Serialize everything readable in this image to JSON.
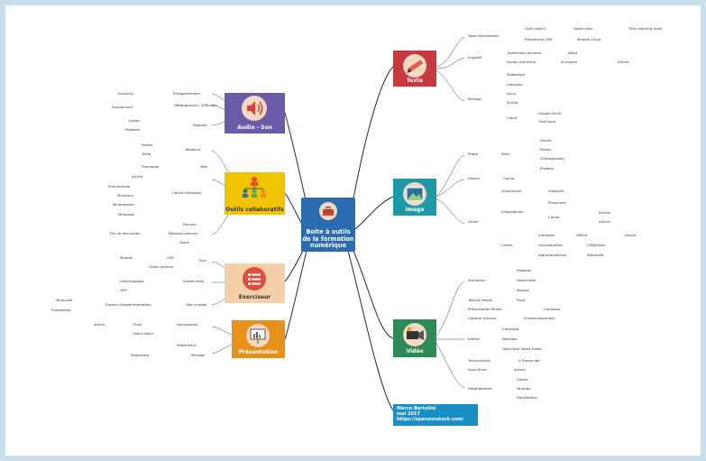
{
  "center": {
    "title_line1": "Boite à outils",
    "title_line2": "de la formation",
    "title_line3": "numérique"
  },
  "credit": {
    "line1": "Marco Bertolini",
    "line2": "mai 2017",
    "line3": "https://spaceonstock.com/"
  },
  "colors": {
    "texte": "#c9373f",
    "image": "#1d99a8",
    "video": "#2e8b57",
    "presentation": "#e8911a",
    "exerciseur": "#f4cfa8",
    "outils": "#f2c300",
    "audio": "#6b5aa6",
    "center": "#2b6cb0"
  },
  "branches": {
    "texte": {
      "label": "Texte",
      "items": [
        "Tapé directement",
        "Outil auteur",
        "OpenCross",
        "Tree Learning Suite",
        "Plateforme LMS",
        "Moodle Cloud",
        "Importé",
        "Traitement de texte",
        "Word",
        "Studio d'écriture",
        "Scrivener",
        "Article",
        "Partage",
        "Slideshare",
        "Calaméo",
        "Issuu",
        "Scribd",
        "Cloud",
        "Google Drive",
        "OneCloud"
      ]
    },
    "image": {
      "label": "Image",
      "items": [
        "Photo",
        "Sites",
        "Article",
        "Pexels",
        "Gratisography",
        "Pixabay",
        "Dessin",
        "Canva",
        "Visuel",
        "Graphiques",
        "Infogram",
        "Infographies",
        "Piktochart",
        "Canva",
        "Article",
        "Article",
        "Cartes",
        "mentales",
        "XMind",
        "Article",
        "conceptuelles",
        "CMapTools",
        "argumentatives",
        "Rationale"
      ]
    },
    "video": {
      "label": "Vidéo",
      "items": [
        "Animation",
        "Powtoon",
        "Goanimate",
        "Moovly",
        "Talking Heads",
        "Fove",
        "Présentation filmée",
        "Camtasia",
        "Capture d'écran",
        "Screencastomatic",
        "Edition",
        "Camtasia",
        "Wevideo",
        "OpenShot Video Editor",
        "Transcription",
        "o Transcribe",
        "Sous-titres",
        "Amara",
        "Hébergement",
        "Vimeo",
        "Youtube",
        "DailyMotion"
      ]
    },
    "presentation": {
      "label": "Présentation",
      "items": [
        "Storyboards",
        "Prezi",
        "Article",
        "Haiku Deck",
        "PowerPoint",
        "Partage",
        "Slideshare"
      ]
    },
    "exerciseur": {
      "label": "Exerciseur",
      "items": [
        "Quiz",
        "Moodle",
        "LMS",
        "Outils auteurs",
        "Autres tests",
        "LearningApps",
        "H5P",
        "Bac à sable",
        "Espace d'expérimentation",
        "Minecraft",
        "Framastest"
      ]
    },
    "outils": {
      "label": "Outils collaboratifs",
      "items": [
        "Tableaux",
        "Padlet",
        "Trello",
        "Wiki",
        "Framapad",
        "Cartes mentales",
        "Article",
        "Framindmap",
        "Mindomo",
        "Mindmeister",
        "Mindmap",
        "Forums",
        "Réseaux sociaux",
        "Fils de discussion",
        "Zoom"
      ]
    },
    "audio": {
      "label": "Audio - Son",
      "items": [
        "Enregistrement",
        "Audacity",
        "Hébergement / Diffusion",
        "Soundcloud",
        "Podcast",
        "Lysten",
        "Podbean"
      ]
    }
  }
}
